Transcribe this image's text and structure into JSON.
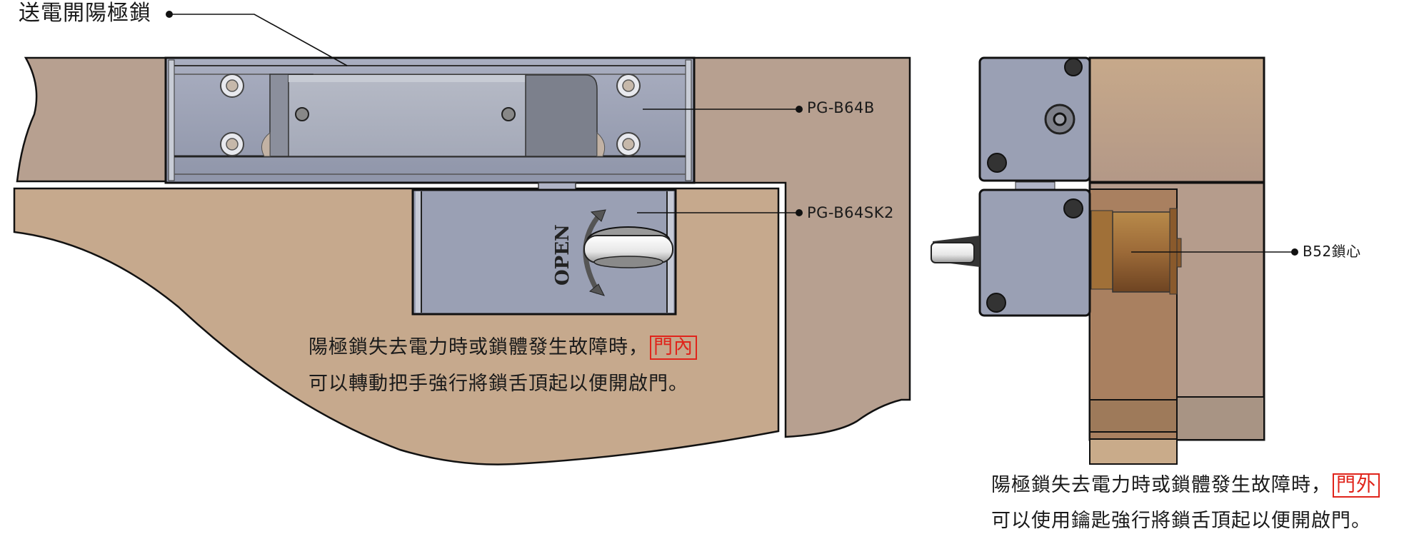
{
  "title": "送電開陽極鎖",
  "callouts": [
    {
      "id": "electric-lock",
      "label": "送電開陽極鎖"
    },
    {
      "id": "pg-b64b",
      "label": "PG-B64B"
    },
    {
      "id": "pg-b64sk2",
      "label": "PG-B64SK2"
    },
    {
      "id": "b52",
      "label": "B52鎖心"
    }
  ],
  "handle_marking": "OPEN",
  "notes": {
    "inside": {
      "line1": "陽極鎖失去電力時或鎖體發生故障時，",
      "highlight": "門內",
      "line2": "可以轉動把手強行將鎖舌頂起以便開啟門。"
    },
    "outside": {
      "line1": "陽極鎖失去電力時或鎖體發生故障時，",
      "highlight": "門外",
      "line2": "可以使用鑰匙強行將鎖舌頂起以便開啟門。"
    }
  },
  "colors": {
    "frame": "#b7a090",
    "door": "#c6a98d",
    "metal": "#9aa0b4",
    "cylinder": "#9c6a3a",
    "highlight": "#e0241b"
  }
}
